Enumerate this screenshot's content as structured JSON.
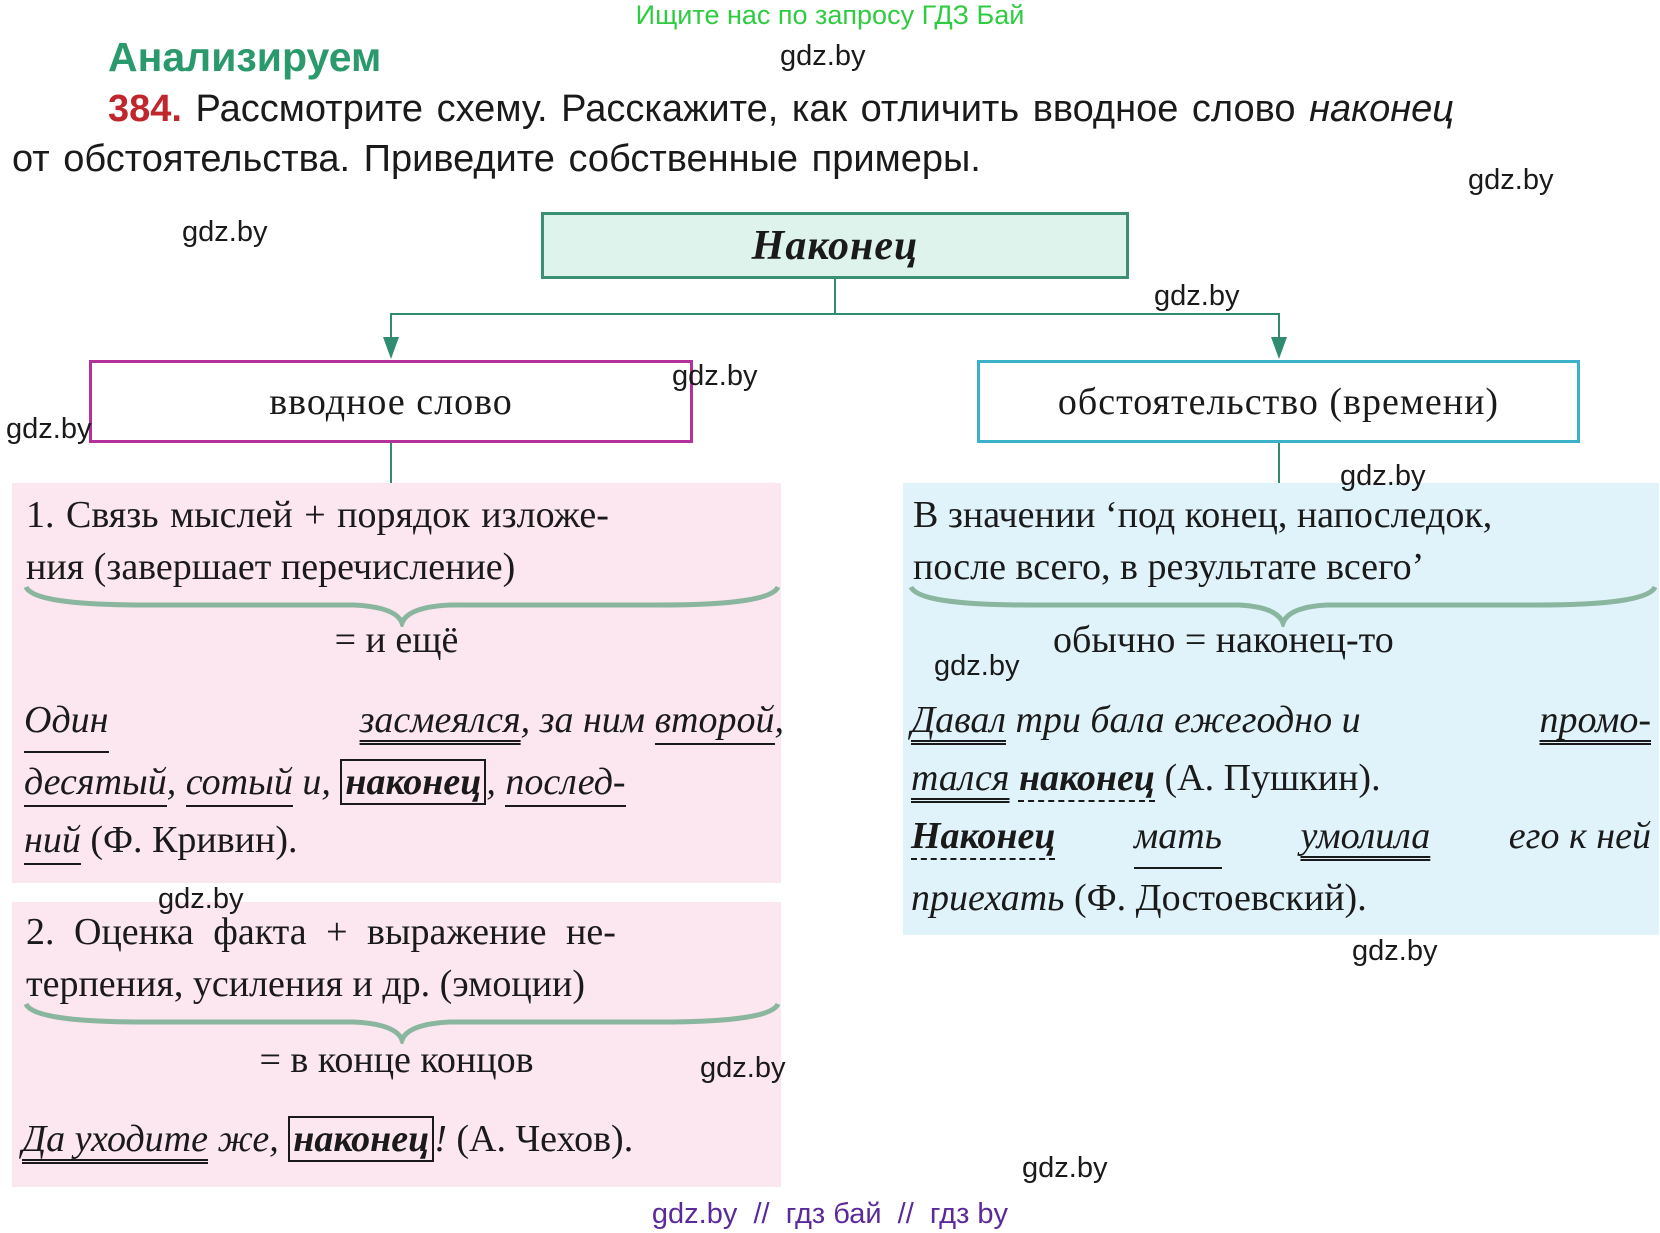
{
  "banner": "Ищите нас по запросу ГДЗ Бай",
  "section_title": "Анализируем",
  "task": {
    "number": "384.",
    "text_line1": "Рассмотрите схему. Расскажите, как отличить вводное слово",
    "text_italic": "наконец",
    "text_line2": "от обстоятельства. Приведите собственные примеры."
  },
  "diagram": {
    "root": "Наконец",
    "left_box": "вводное слово",
    "right_box": "обстоятельство (времени)",
    "colors": {
      "root_fill": "#def3ec",
      "root_border": "#3b8f74",
      "left_border": "#b5319a",
      "right_border": "#3ab1c8",
      "connector": "#2f8c71",
      "pink_panel": "#fce6ef",
      "blue_panel": "#e0f2fa"
    },
    "left_panel_1": {
      "line1": "1. Связь мыслей + порядок изложе-",
      "line2": "ния (завершает перечисление)",
      "equals": "= и ещё",
      "example": {
        "w1": "Один",
        "w2": "засмеялся",
        "w3": ", за ним ",
        "w4": "второй",
        "w5": ",",
        "w6": "десятый",
        "w7": ", ",
        "w8": "сотый",
        "w9": " и, ",
        "w10": "наконец",
        "w11": ", ",
        "w12": "послед-",
        "w13": "ний",
        "author": " (Ф. Кривин)."
      }
    },
    "left_panel_2": {
      "line1": "2. Оценка факта + выражение не-",
      "line2": "терпения, усиления и др. (эмоции)",
      "equals": "= в конце концов",
      "example": {
        "w1": "Да уходите",
        "w2": " же, ",
        "w3": "наконец",
        "w4": "!",
        "author": " (А. Чехов)."
      }
    },
    "right_panel": {
      "line1": "В значении ‘под конец, напоследок,",
      "line2": "после всего, в результате всего’",
      "equals": "обычно = наконец-то",
      "example1": {
        "w1": "Давал",
        "w2": " три бала ежегодно и ",
        "w3": "промо-",
        "w4": "тался",
        "w5": "наконец",
        "author": " (А. Пушкин)."
      },
      "example2": {
        "w1": "Наконец",
        "w2": "мать",
        "w3": "умолила",
        "w4": " его к ней",
        "w5": "приехать",
        "author": " (Ф. Достоевский)."
      }
    }
  },
  "watermarks": [
    "gdz.by",
    "gdz.by",
    "gdz.by",
    "gdz.by",
    "gdz.by",
    "gdz.by",
    "gdz.by",
    "gdz.by",
    "gdz.by",
    "gdz.by",
    "gdz.by",
    "gdz.by"
  ],
  "footer": "gdz.by  //  гдз бай  //  гдз by"
}
